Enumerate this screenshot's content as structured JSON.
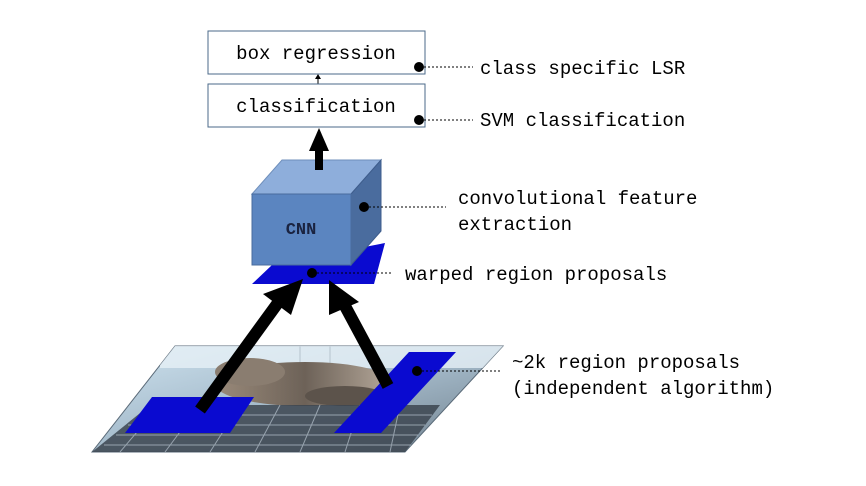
{
  "stages": {
    "box_regression": "box regression",
    "classification": "classification",
    "cnn": "CNN"
  },
  "annotations": {
    "class_specific_lsr": "class specific LSR",
    "svm_classification": "SVM classification",
    "feature_extraction_line1": "convolutional feature",
    "feature_extraction_line2": "extraction",
    "warped_region_proposals": "warped region proposals",
    "region_proposals_line1": "~2k region proposals",
    "region_proposals_line2": "(independent algorithm)"
  },
  "colors": {
    "cube_front": "#5b85c0",
    "cube_top": "#8eaedb",
    "cube_side": "#4a6c9e",
    "region_blue": "#0a0ad0",
    "box_border": "#4b6a8a"
  }
}
